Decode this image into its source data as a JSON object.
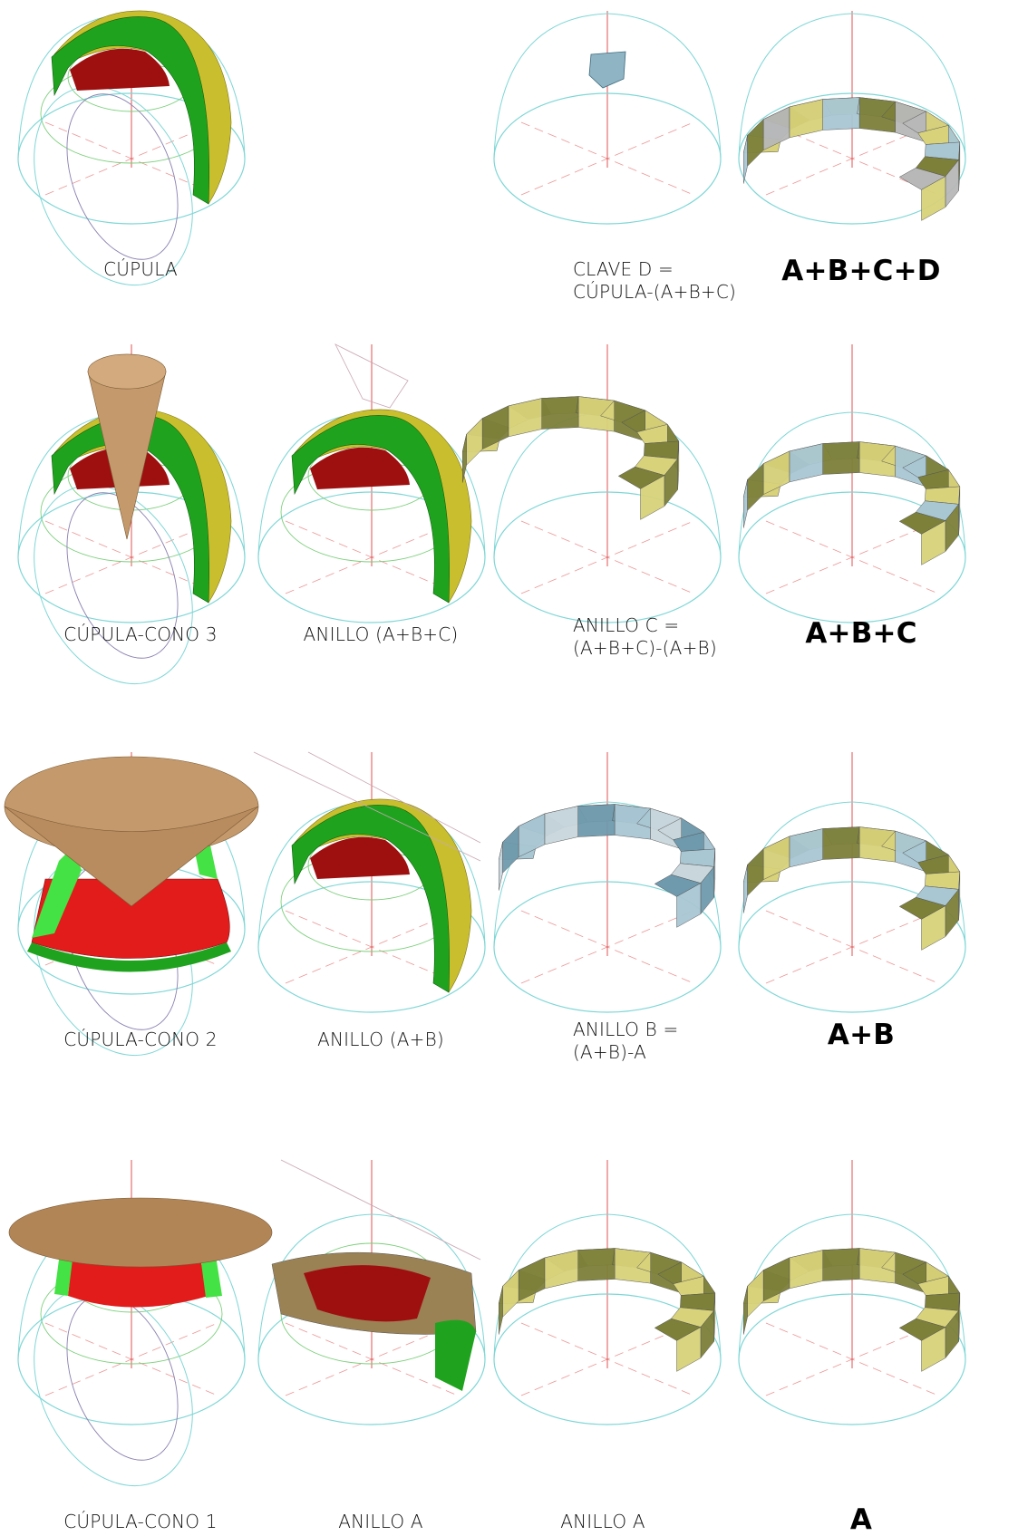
{
  "figure": {
    "rows": [
      {
        "id": "row1",
        "cells": [
          {
            "kind": "dome",
            "caption": "CÚPULA",
            "style": "plain"
          },
          {
            "kind": "empty",
            "caption": "",
            "style": "plain"
          },
          {
            "kind": "key",
            "caption": "CLAVE D =\nCÚPULA-(A+B+C)",
            "style": "small"
          },
          {
            "kind": "ring-abcd",
            "caption": "A+B+C+D",
            "style": "big"
          }
        ]
      },
      {
        "id": "row2",
        "cells": [
          {
            "kind": "dome-cone3",
            "caption": "CÚPULA-CONO 3",
            "style": "plain"
          },
          {
            "kind": "dome-cut",
            "caption": "ANILLO (A+B+C)",
            "style": "plain"
          },
          {
            "kind": "ring-c",
            "caption": "ANILLO C =\n(A+B+C)-(A+B)",
            "style": "small"
          },
          {
            "kind": "ring-abc",
            "caption": "A+B+C",
            "style": "big"
          }
        ]
      },
      {
        "id": "row3",
        "cells": [
          {
            "kind": "dome-cone2",
            "caption": "CÚPULA-CONO 2",
            "style": "plain"
          },
          {
            "kind": "dome-cut2",
            "caption": "ANILLO (A+B)",
            "style": "plain"
          },
          {
            "kind": "ring-b",
            "caption": "ANILLO B =\n(A+B)-A",
            "style": "small"
          },
          {
            "kind": "ring-ab",
            "caption": "A+B",
            "style": "big"
          }
        ]
      },
      {
        "id": "row4",
        "cells": [
          {
            "kind": "dome-cone1",
            "caption": "CÚPULA-CONO 1",
            "style": "plain"
          },
          {
            "kind": "ring-a-cut",
            "caption": "ANILLO A",
            "style": "plain"
          },
          {
            "kind": "ring-a",
            "caption": "ANILLO A",
            "style": "plain"
          },
          {
            "kind": "ring-a",
            "caption": "A",
            "style": "big"
          }
        ]
      }
    ]
  },
  "colors": {
    "dome_outer": "#c9bf2e",
    "dome_section": "#1fa31f",
    "dome_inner": "#9e1010",
    "cone": "#c49a6c",
    "voussoir_light": "#d8d27a",
    "voussoir_dark": "#7d8039",
    "key_stone": "#8fb4c4",
    "ring_b": "#a9c7d3",
    "guide_red": "#e05050",
    "guide_cyan": "#7fd6d6",
    "guide_green": "#7ccf7c"
  }
}
